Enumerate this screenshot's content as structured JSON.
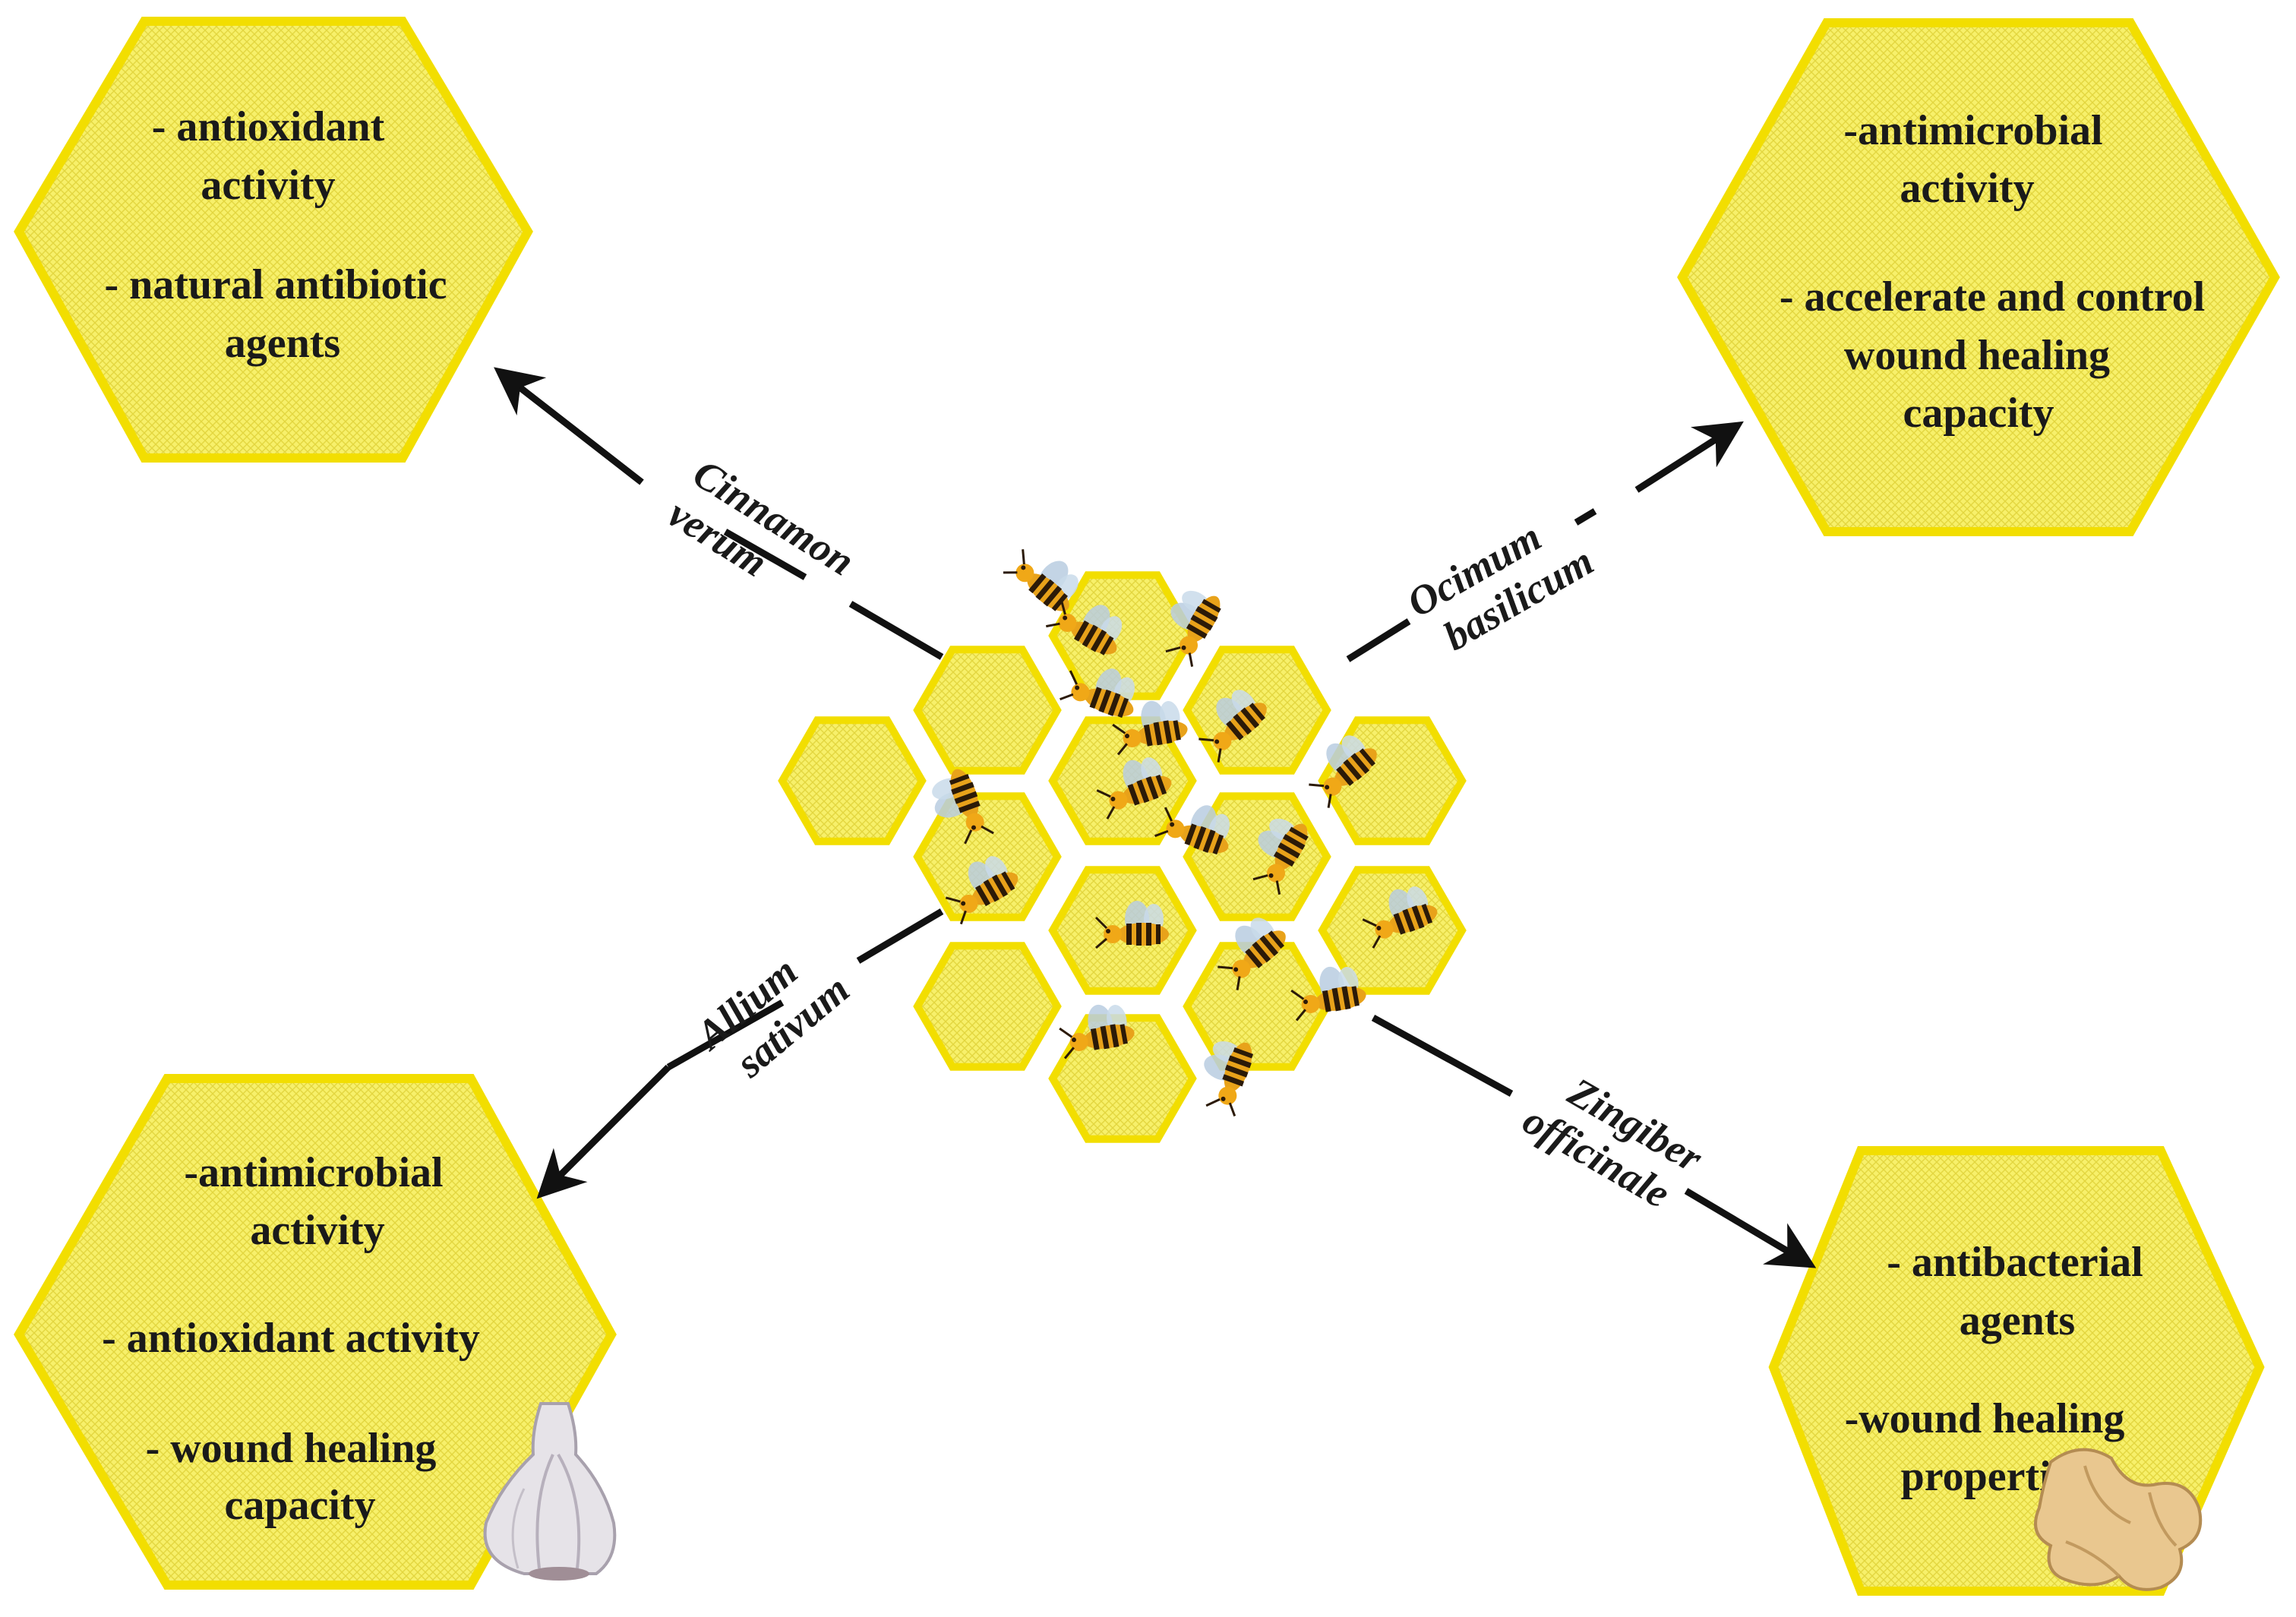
{
  "colors": {
    "hex_fill": "#f7f06a",
    "hex_stroke": "#f2de00",
    "arrow": "#111111",
    "bee_body": "#e8a21a",
    "bee_stripe": "#2b1a08",
    "bee_wing": "#b9cde0"
  },
  "boxes": [
    {
      "id": "top-left",
      "lines": [
        "- antioxidant",
        "activity",
        "- natural antibiotic",
        "agents"
      ]
    },
    {
      "id": "top-right",
      "lines": [
        "-antimicrobial",
        "activity",
        "- accelerate and control",
        "wound healing",
        "capacity"
      ]
    },
    {
      "id": "bottom-left",
      "lines": [
        "-antimicrobial",
        "activity",
        "- antioxidant activity",
        "- wound healing",
        "capacity"
      ],
      "icon": "garlic-icon"
    },
    {
      "id": "bottom-right",
      "lines": [
        "- antibacterial",
        "agents",
        "-wound healing",
        "properties"
      ],
      "icon": "ginger-icon"
    }
  ],
  "plants": [
    {
      "id": "cinnamon",
      "lines": [
        "Cinnamon",
        "verum"
      ]
    },
    {
      "id": "ocimum",
      "lines": [
        "Ocimum",
        "basilicum"
      ]
    },
    {
      "id": "allium",
      "lines": [
        "Allium",
        "sativum"
      ]
    },
    {
      "id": "zingiber",
      "lines": [
        "Zingiber",
        "officinale"
      ]
    }
  ],
  "center_icons": [
    "honeycomb-icon",
    "bee-icon"
  ]
}
